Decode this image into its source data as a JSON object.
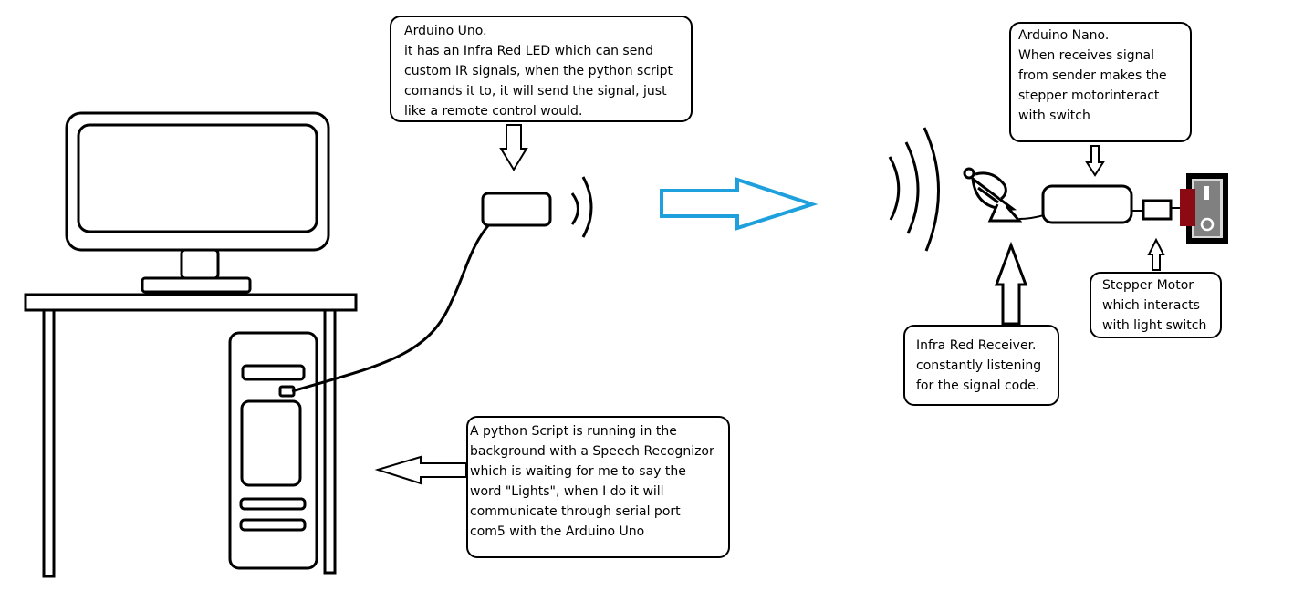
{
  "notes": {
    "uno": "Arduino Uno.\nit has an Infra Red LED which can send\ncustom IR signals, when the python script\ncomands it to, it will send the signal, just\nlike a remote control would.",
    "nano": "Arduino Nano.\nWhen receives signal\nfrom sender makes the\nstepper motorinteract\nwith switch",
    "motor": "Stepper Motor\nwhich interacts\nwith light switch",
    "ir_receiver": "Infra Red Receiver.\nconstantly listening\nfor the signal code.",
    "python": "A python Script is running in the\nbackground with a Speech Recognizor\nwhich is waiting for me to say the\nword \"Lights\", when I do it will\ncommunicate through serial port\ncom5 with the Arduino Uno"
  },
  "colors": {
    "line": "#000000",
    "signal_arrow": "#1ea0dc",
    "switch_rocker": "#8b0a14",
    "switch_plate": "#808080",
    "switch_panel": "#d8d8d8"
  }
}
